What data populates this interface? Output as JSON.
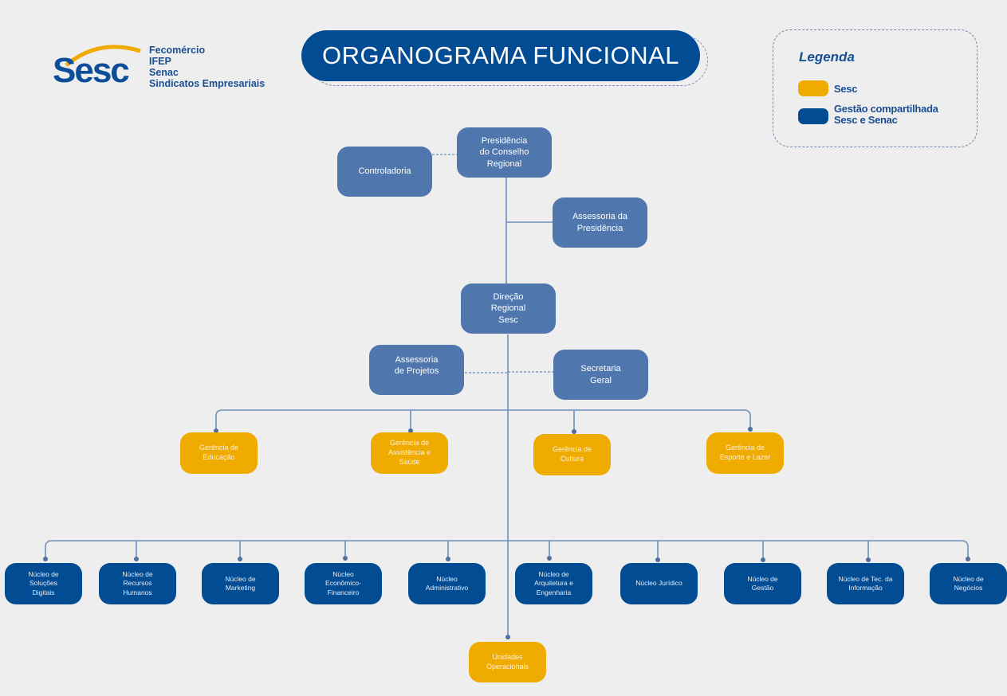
{
  "colors": {
    "background": "#eeeeee",
    "management": "#4f77ad",
    "sesc": "#f0ab00",
    "shared": "#014c93",
    "connector": "#6f8fbb"
  },
  "logo": {
    "brand": "Sesc",
    "affiliates": [
      "Fecomércio",
      "IFEP",
      "Senac",
      "Sindicatos Empresariais"
    ]
  },
  "title": "ORGANOGRAMA FUNCIONAL",
  "legend": {
    "title": "Legenda",
    "items": [
      {
        "label": "Sesc",
        "color": "#f0ab00"
      },
      {
        "label": "Gestão compartilhada\nSesc e Senac",
        "color": "#014c93"
      }
    ]
  },
  "org": {
    "presidencia": "Presidência\ndo Conselho\nRegional",
    "controladoria": "Controladoria",
    "assessoria_presidencia": "Assessoria da\nPresidência",
    "direcao": "Direção\nRegional\nSesc",
    "assessoria_projetos": "Assessoria\nde Projetos",
    "secretaria": "Secretaria\nGeral",
    "gerencias": [
      "Gerência de\nEducação",
      "Gerência de\nAssistência e\nSaúde",
      "Gerência de\nCultura",
      "Gerência de\nEsporte e Lazer"
    ],
    "nucleos": [
      "Núcleo de\nSoluções\nDigitais",
      "Núcleo de\nRecursos\nHumanos",
      "Núcleo de\nMarketing",
      "Núcleo\nEconômico-\nFinanceiro",
      "Núcleo\nAdministrativo",
      "Núcleo de\nArquitetura e\nEngenharia",
      "Núcleo Jurídico",
      "Núcleo de\nGestão",
      "Núcleo de Tec. da\nInformação",
      "Núcleo de\nNegócios"
    ],
    "unidades": "Unidades\nOperacionais"
  }
}
